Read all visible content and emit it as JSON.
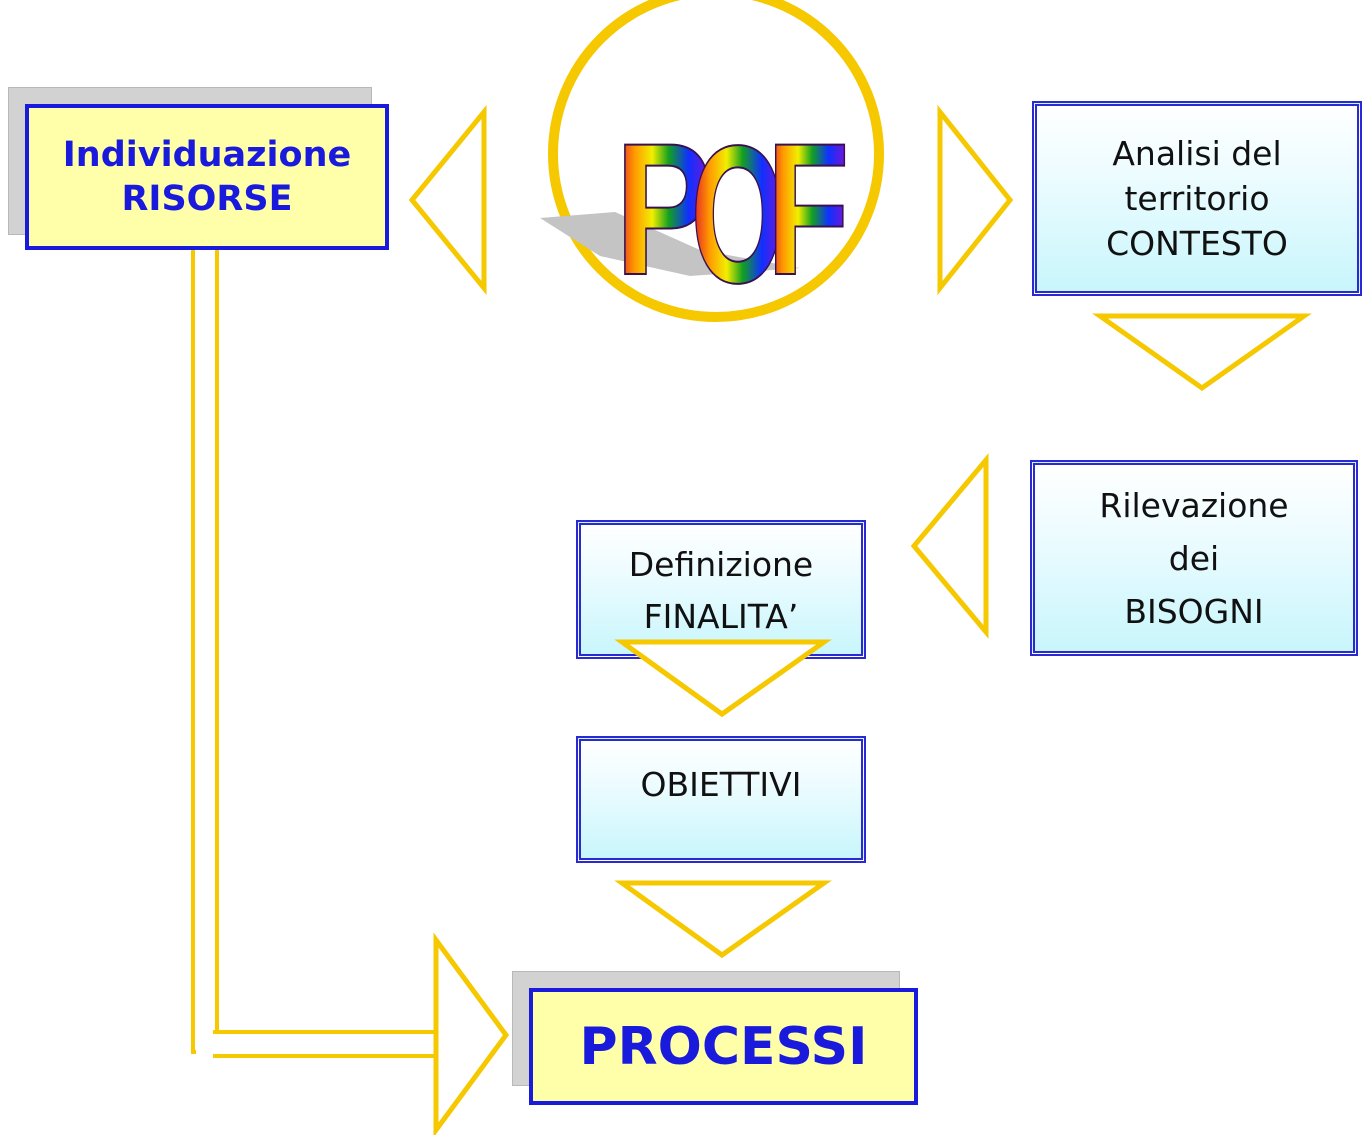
{
  "colors": {
    "arrow_yellow": "#f5c800",
    "box_blue": "#1a1adc",
    "yellow_fill": "#ffffaa",
    "cyan_fill": "#c8f6fc"
  },
  "logo": {
    "letters": [
      "P",
      "O",
      "F"
    ]
  },
  "nodes": {
    "risorse": {
      "line1": "Individuazione",
      "line2": "RISORSE"
    },
    "contesto": {
      "line1": "Analisi del",
      "line2": "territorio",
      "line3": "CONTESTO"
    },
    "bisogni": {
      "line1": "Rilevazione",
      "line2": "dei",
      "line3": "BISOGNI"
    },
    "finalita": {
      "line1": "Definizione",
      "line2": "FINALITA’"
    },
    "obiettivi": {
      "line1": "OBIETTIVI"
    },
    "processi": {
      "line1": "PROCESSI"
    }
  }
}
